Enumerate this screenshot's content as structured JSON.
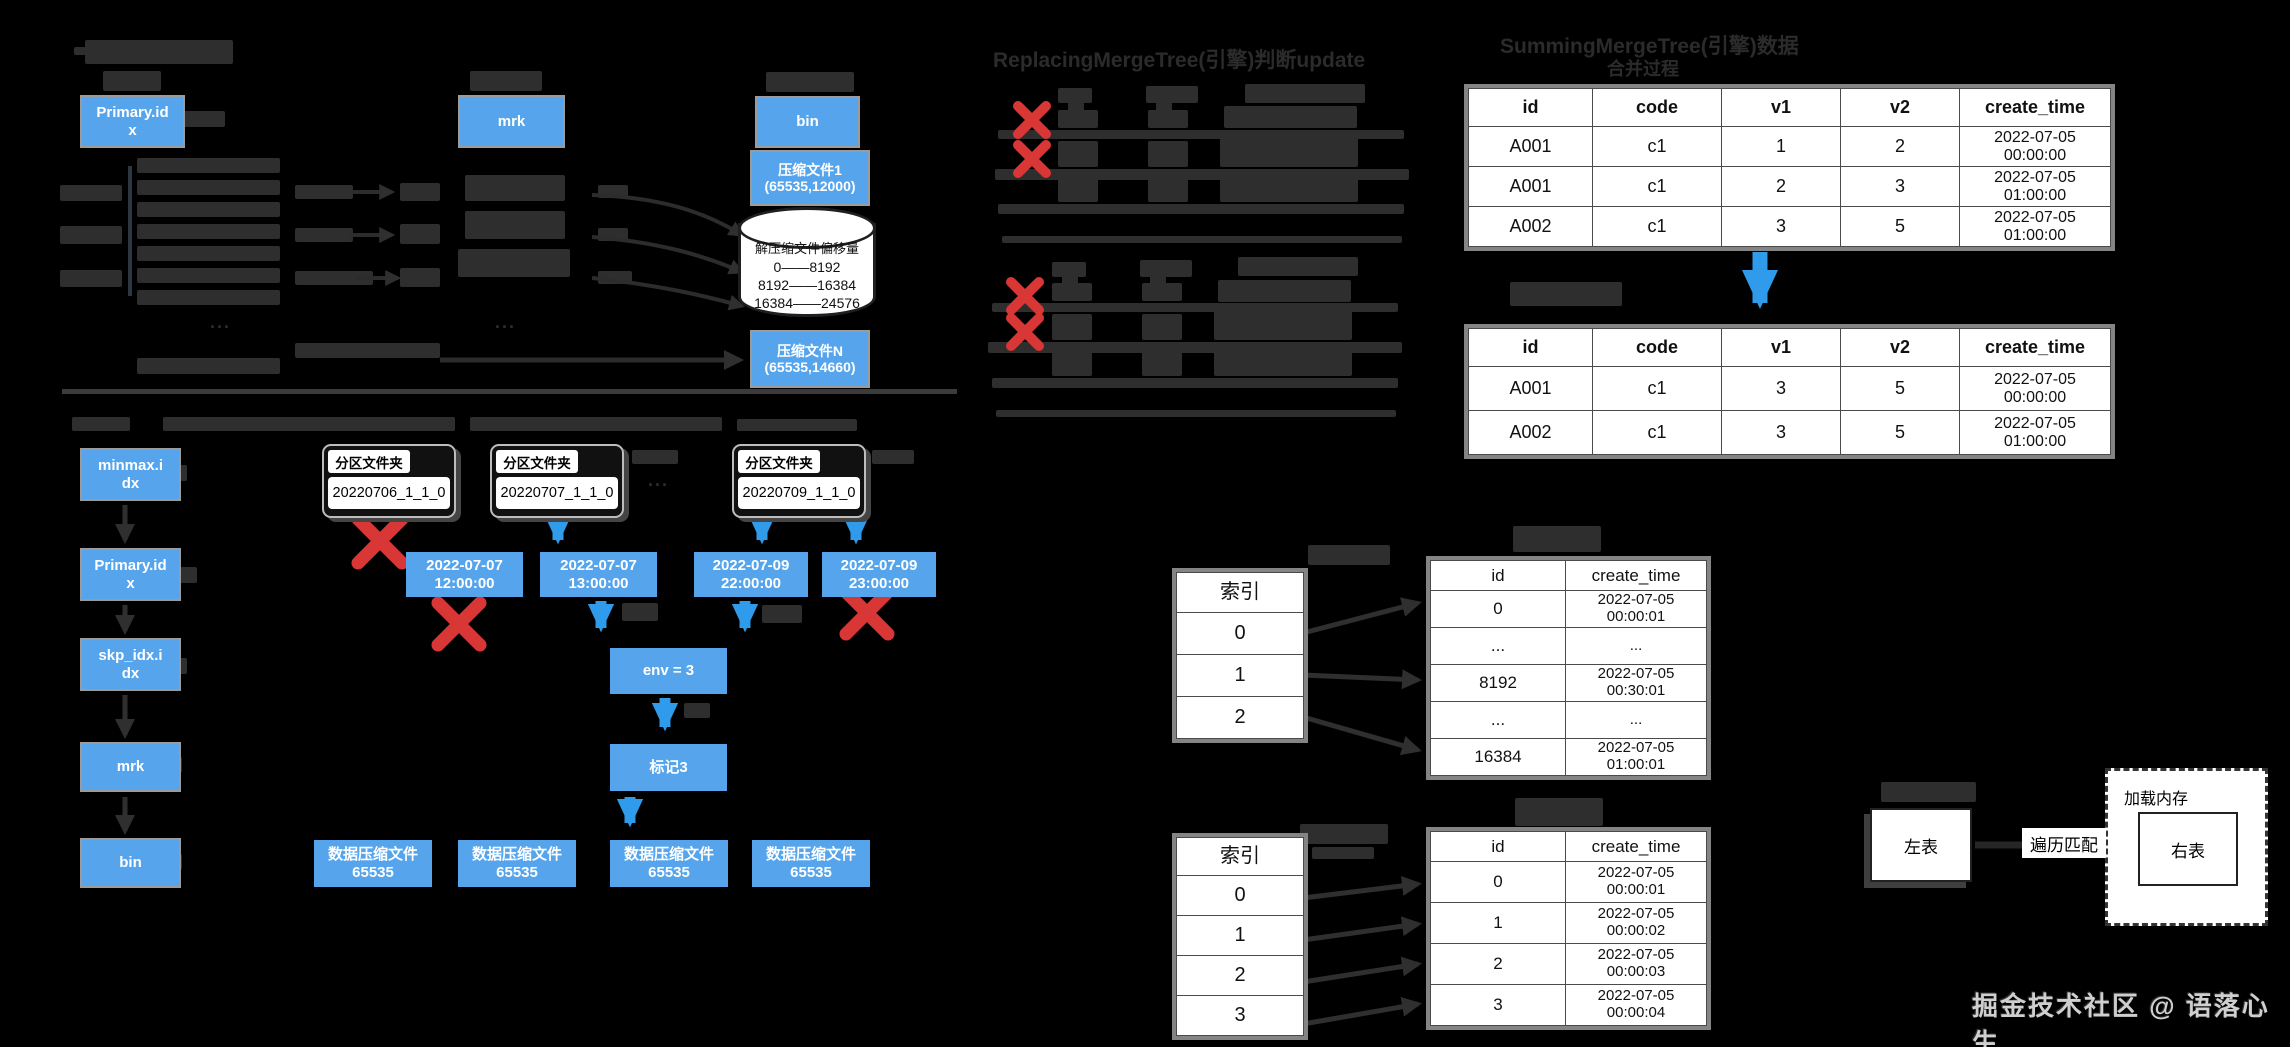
{
  "colors": {
    "accent_blue": "#56a5ec",
    "arrow_blue": "#2f9bea",
    "red_x": "#d93636"
  },
  "top_left": {
    "primary_box": "Primary.idx",
    "mrk_box": "mrk",
    "bin_box": "bin",
    "compressed_file_1": {
      "label": "压缩文件1",
      "param": "(65535,12000)"
    },
    "compressed_file_n": {
      "label": "压缩文件N",
      "param": "(65535,14660)"
    },
    "cylinder": {
      "title": "解压缩文件偏移量",
      "ranges": [
        "0——8192",
        "8192——16384",
        "16384——24576"
      ]
    },
    "ellipsis": "..."
  },
  "bottom_left": {
    "stack": [
      "minmax.idx",
      "Primary.idx",
      "skp_idx.idx",
      "mrk",
      "bin"
    ],
    "folder_tab": "分区文件夹",
    "folders": [
      "20220706_1_1_0",
      "20220707_1_1_0",
      "20220709_1_1_0"
    ],
    "partitions": [
      {
        "date": "2022-07-07",
        "time": "12:00:00"
      },
      {
        "date": "2022-07-07",
        "time": "13:00:00"
      },
      {
        "date": "2022-07-09",
        "time": "22:00:00"
      },
      {
        "date": "2022-07-09",
        "time": "23:00:00"
      }
    ],
    "env_box": "env = 3",
    "mark_box": "标记3",
    "data_file": {
      "label": "数据压缩文件",
      "value": "65535"
    },
    "ellipsis": "..."
  },
  "middle": {
    "title": "ReplacingMergeTree(引擎)判断update"
  },
  "right": {
    "title_line1": "SummingMergeTree(引擎)数据",
    "title_line2": "合并过程",
    "headers": [
      "id",
      "code",
      "v1",
      "v2",
      "create_time"
    ],
    "table_before": {
      "rows": [
        [
          "A001",
          "c1",
          "1",
          "2",
          "2022-07-05 00:00:00"
        ],
        [
          "A001",
          "c1",
          "2",
          "3",
          "2022-07-05 01:00:00"
        ],
        [
          "A002",
          "c1",
          "3",
          "5",
          "2022-07-05 01:00:00"
        ]
      ]
    },
    "table_after": {
      "rows": [
        [
          "A001",
          "c1",
          "3",
          "5",
          "2022-07-05 00:00:00"
        ],
        [
          "A002",
          "c1",
          "3",
          "5",
          "2022-07-05 01:00:00"
        ]
      ]
    }
  },
  "bottom_middle": {
    "index_header": "索引",
    "data_headers": [
      "id",
      "create_time"
    ],
    "sparse": {
      "index_values": [
        "0",
        "1",
        "2"
      ],
      "rows": [
        [
          "0",
          "2022-07-05 00:00:01"
        ],
        [
          "...",
          "..."
        ],
        [
          "8192",
          "2022-07-05 00:30:01"
        ],
        [
          "...",
          "..."
        ],
        [
          "16384",
          "2022-07-05 01:00:01"
        ]
      ]
    },
    "dense": {
      "index_values": [
        "0",
        "1",
        "2",
        "3"
      ],
      "rows": [
        [
          "0",
          "2022-07-05 00:00:01"
        ],
        [
          "1",
          "2022-07-05 00:00:02"
        ],
        [
          "2",
          "2022-07-05 00:00:03"
        ],
        [
          "3",
          "2022-07-05 00:00:04"
        ]
      ]
    }
  },
  "bottom_right": {
    "left_table": "左表",
    "right_table": "右表",
    "memory_label": "加载内存",
    "arrow_label": "遍历匹配"
  },
  "watermark": "掘金技术社区 @ 语落心生"
}
